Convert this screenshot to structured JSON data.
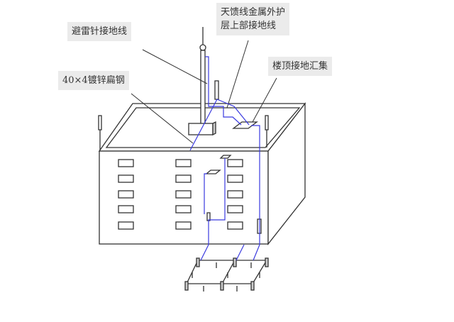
{
  "diagram": {
    "labels": {
      "lightning_rod_ground": "避雷针接地线",
      "galvanized_flat_steel": "40×4镀锌扁钢",
      "feeder_shield_ground_line1": "天馈线金属外护",
      "feeder_shield_ground_line2": "层上部接地线",
      "roof_ground_collector": "楼顶接地汇集"
    },
    "colors": {
      "outline": "#333333",
      "ground_wire": "#3a3adf",
      "label_bg": "#ebebeb"
    }
  }
}
